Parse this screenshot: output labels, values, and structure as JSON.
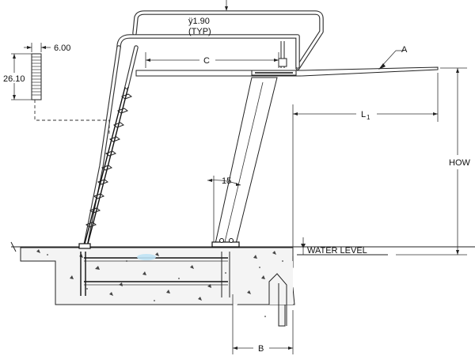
{
  "labels": {
    "diameter": "ÿ1.90",
    "typ": "(TYP)",
    "dim_c": "C",
    "callout_a": "A",
    "dim_l1_main": "L",
    "dim_l1_sub": "1",
    "dim_how": "HOW",
    "angle_15": "15",
    "water_level": "WATER LEVEL",
    "dim_b": "B",
    "dim_6": "6.00",
    "dim_26_10": "26.10"
  }
}
